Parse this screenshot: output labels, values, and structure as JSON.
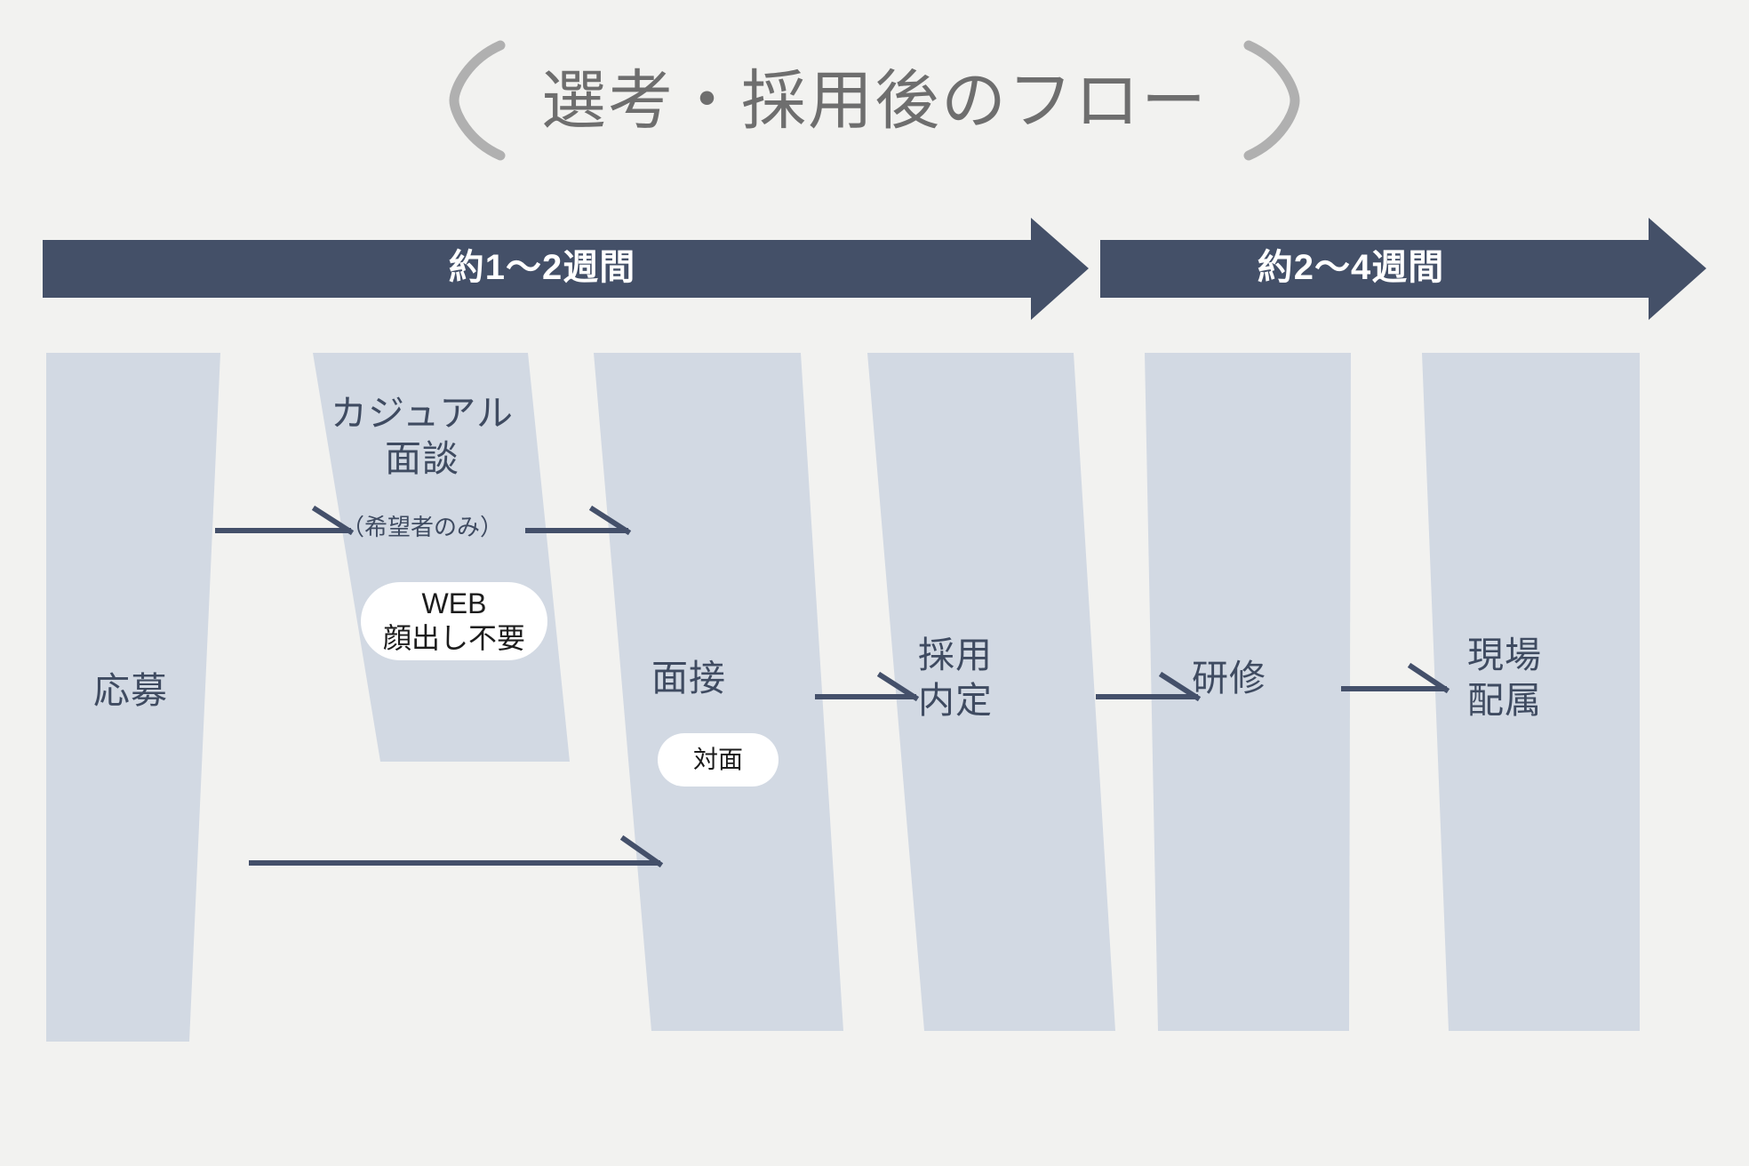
{
  "page": {
    "background_color": "#f2f2f0",
    "title": "選考・採用後のフロー"
  },
  "timeline": {
    "banners": [
      {
        "id": "phase-1",
        "label": "約1〜2週間",
        "color": "#445068"
      },
      {
        "id": "phase-2",
        "label": "約2〜4週間",
        "color": "#445068"
      }
    ]
  },
  "flow": {
    "column_color": "#d2d9e3",
    "text_color": "#3f4b61",
    "steps": [
      {
        "id": "apply",
        "label": "応募"
      },
      {
        "id": "casual",
        "label": "カジュアル\n面談",
        "sub": "（希望者のみ）",
        "badge": {
          "line1": "WEB",
          "line2": "顔出し不要"
        }
      },
      {
        "id": "interview",
        "label": "面接",
        "badge": {
          "line1": "対面"
        }
      },
      {
        "id": "offer",
        "label": "採用\n内定"
      },
      {
        "id": "training",
        "label": "研修"
      },
      {
        "id": "assignment",
        "label": "現場\n配属"
      }
    ],
    "connectors": [
      {
        "id": "apply-to-casual",
        "from": "apply",
        "to": "casual"
      },
      {
        "id": "casual-to-interview",
        "from": "casual",
        "to": "interview"
      },
      {
        "id": "apply-to-interview",
        "from": "apply",
        "to": "interview"
      },
      {
        "id": "interview-to-offer",
        "from": "interview",
        "to": "offer"
      },
      {
        "id": "offer-to-training",
        "from": "offer",
        "to": "training"
      },
      {
        "id": "training-to-assignment",
        "from": "training",
        "to": "assignment"
      }
    ]
  }
}
